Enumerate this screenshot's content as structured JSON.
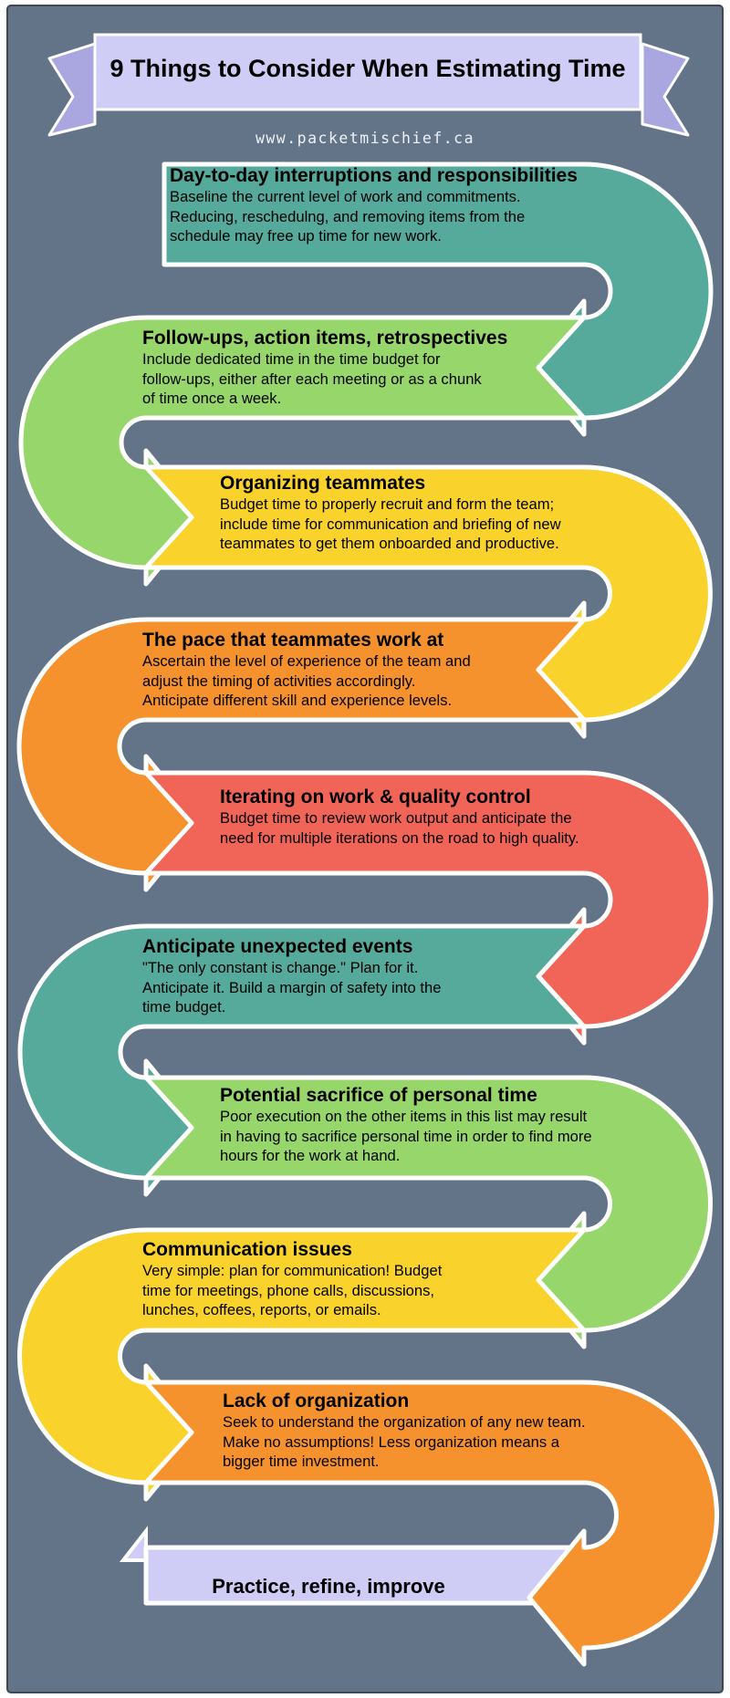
{
  "colors": {
    "background": "#ffffff",
    "panel": "#637488",
    "banner_fill": "#cfccf5",
    "banner_tail": "#aaa6e0",
    "outline": "#ffffff",
    "teal": "#55aa9c",
    "green": "#97d66b",
    "yellow": "#f9d22c",
    "orange": "#f6922e",
    "red": "#f06558",
    "lavender": "#cfccf5"
  },
  "header": {
    "title": "9 Things to Consider When Estimating Time",
    "site": "www.packetmischief.ca"
  },
  "items": [
    {
      "title": "Day-to-day interruptions and responsibilities",
      "color": "#55aa9c",
      "lines": [
        "Baseline the current level of work and commitments.",
        "Reducing, reschedulng, and removing items from the",
        "schedule may free up time for new work."
      ]
    },
    {
      "title": "Follow-ups, action items, retrospectives",
      "color": "#97d66b",
      "lines": [
        "Include dedicated time in the time budget for",
        "follow-ups, either after each meeting or as a chunk",
        "of time once a week."
      ]
    },
    {
      "title": "Organizing teammates",
      "color": "#f9d22c",
      "lines": [
        "Budget time to properly recruit and form the team;",
        "include time for communication and briefing of new",
        "teammates to get them onboarded and productive."
      ]
    },
    {
      "title": "The pace that teammates work at",
      "color": "#f6922e",
      "lines": [
        "Ascertain the level of experience of the team and",
        "adjust the timing of activities accordingly.",
        "Anticipate different skill and experience levels."
      ]
    },
    {
      "title": "Iterating on work & quality control",
      "color": "#f06558",
      "lines": [
        "Budget time to review work output and anticipate the",
        "need for multiple iterations on the road to high quality."
      ]
    },
    {
      "title": "Anticipate unexpected events",
      "color": "#55aa9c",
      "lines": [
        "\"The only constant is change.\" Plan for it.",
        "Anticipate it. Build a margin of safety into the",
        "time budget."
      ]
    },
    {
      "title": "Potential sacrifice of personal time",
      "color": "#97d66b",
      "lines": [
        "Poor execution on the other items in this list may result",
        "in having to sacrifice personal time in order to find more",
        "hours for the work at hand."
      ]
    },
    {
      "title": "Communication issues",
      "color": "#f9d22c",
      "lines": [
        "Very simple: plan for communication! Budget",
        "time for meetings, phone calls, discussions,",
        "lunches, coffees, reports, or emails."
      ]
    },
    {
      "title": "Lack of organization",
      "color": "#f6922e",
      "lines": [
        "Seek to understand the organization of any new team.",
        "Make no assumptions! Less organization means a",
        "bigger time investment."
      ]
    }
  ],
  "closing": {
    "label": "Practice, refine, improve",
    "color": "#cfccf5"
  }
}
